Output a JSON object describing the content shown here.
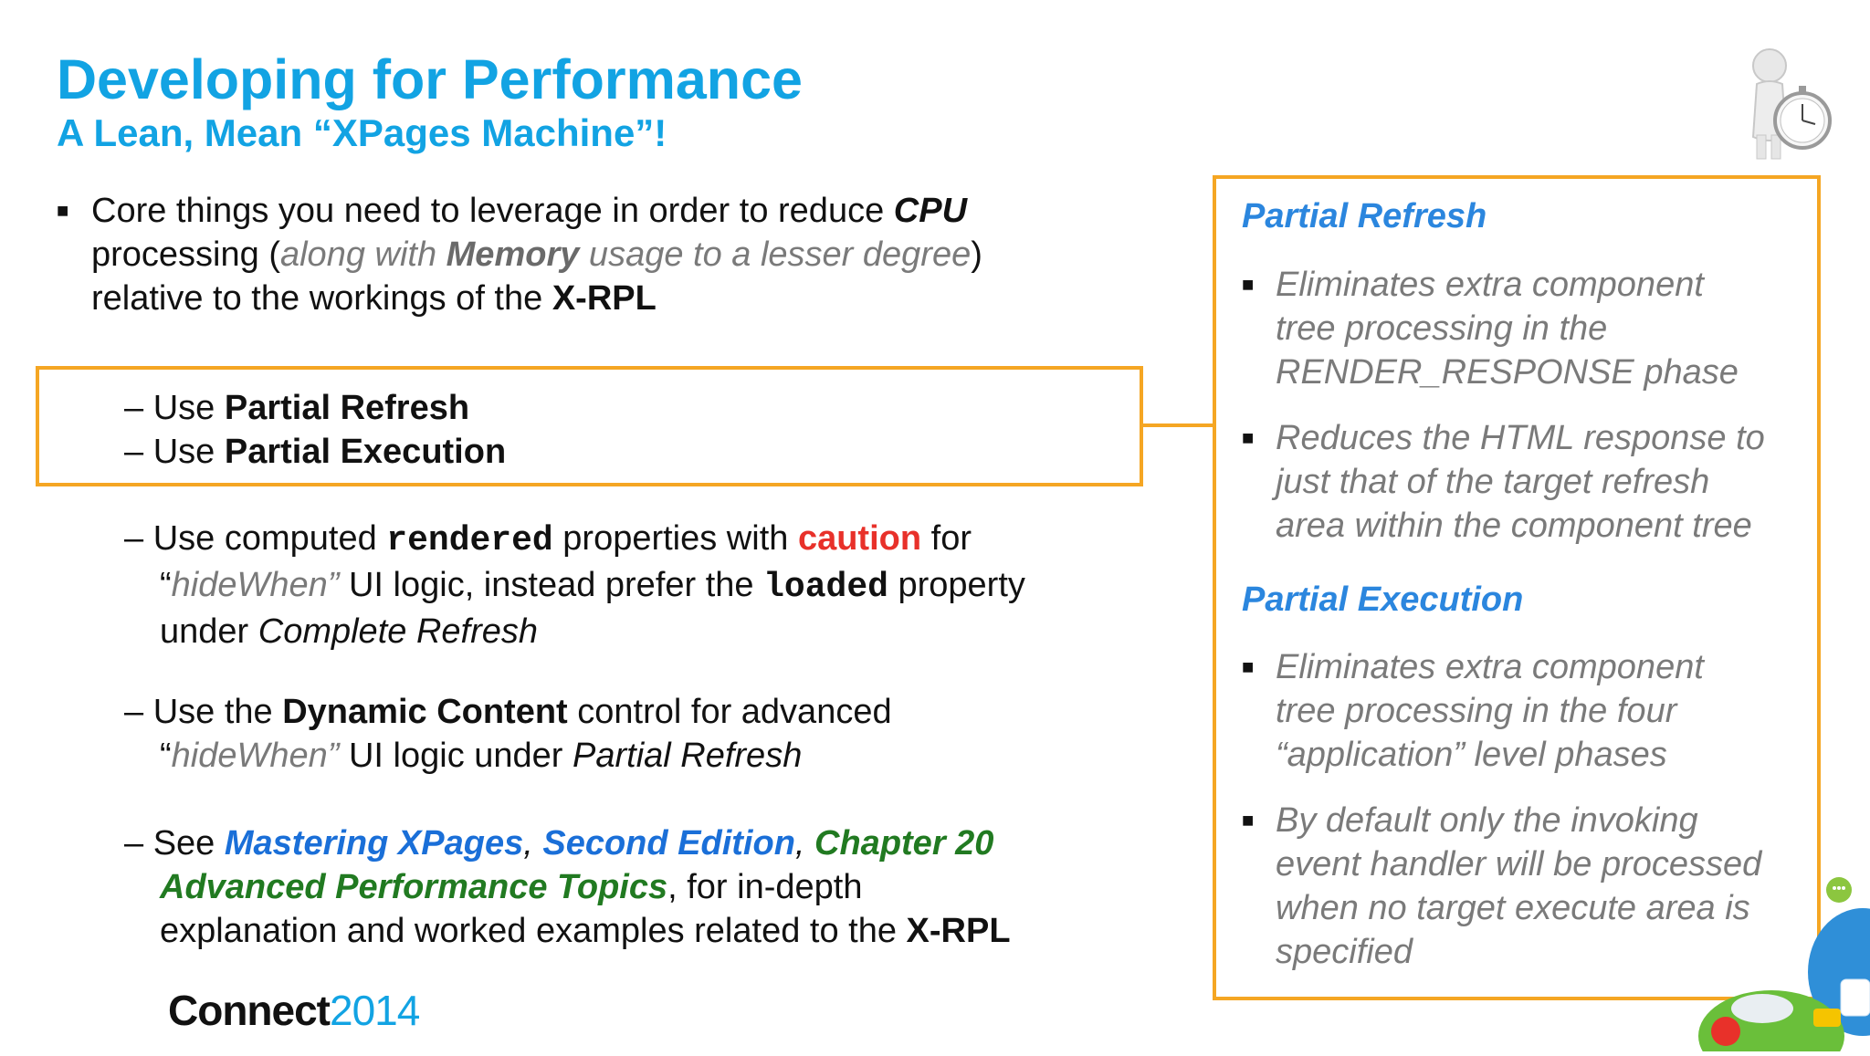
{
  "header": {
    "title": "Developing for Performance",
    "subtitle": "A Lean, Mean “XPages Machine”!"
  },
  "main": {
    "intro": {
      "p1": "Core things you need to leverage in order to reduce ",
      "cpu": "CPU",
      "p2": "processing (",
      "along": "along with ",
      "memory": "Memory",
      "usage": " usage to a lesser degree",
      "p3": ")",
      "p4": "relative to the workings of the ",
      "xrpl": "X-RPL"
    },
    "highlight": {
      "dash1": "–",
      "use1": "Use ",
      "partial_refresh": "Partial Refresh",
      "dash2": "–",
      "use2": "Use ",
      "partial_execution": "Partial Execution"
    },
    "item3": {
      "dash": "–",
      "a": "Use computed ",
      "rendered": "rendered",
      "b": " properties with ",
      "caution": "caution",
      "c": " for",
      "q1": "“",
      "hidewhen": "hideWhen”",
      "d": " UI logic, instead prefer the ",
      "loaded": "loaded",
      "e": " property",
      "f": "under ",
      "complete": "Complete Refresh"
    },
    "item4": {
      "dash": "–",
      "a": "Use the ",
      "dynamic": "Dynamic Content",
      "b": " control for advanced",
      "q1": "“",
      "hidewhen": "hideWhen”",
      "c": " UI logic under ",
      "partial": "Partial Refresh"
    },
    "item5": {
      "dash": "–",
      "a": "See ",
      "mastering": "Mastering XPages",
      "comma1": ", ",
      "second": "Second Edition",
      "comma2": ", ",
      "chapter": "Chapter 20",
      "advanced": "Advanced Performance Topics",
      "b": ", for in-depth",
      "c": "explanation and worked examples related to the ",
      "xrpl": "X-RPL"
    }
  },
  "panel": {
    "refresh_title": "Partial Refresh",
    "refresh_b1": [
      "Eliminates extra component",
      "tree processing in the",
      "RENDER_RESPONSE phase"
    ],
    "refresh_b2": [
      "Reduces the HTML response to",
      "just that of the target refresh",
      "area within the component tree"
    ],
    "exec_title": "Partial Execution",
    "exec_b1": [
      "Eliminates extra component",
      "tree processing in the four",
      "“application” level phases"
    ],
    "exec_b2": [
      "By default only the invoking",
      "event handler will be processed",
      "when no target execute area is",
      "specified"
    ]
  },
  "footer": {
    "brand": "Connect",
    "year": "2014"
  },
  "colors": {
    "title": "#12a3e3",
    "box_border": "#f5a623",
    "panel_heading": "#2b86de",
    "caution": "#e8312a",
    "book_title": "#1a6fd8",
    "chapter": "#217a21"
  },
  "icons": [
    "square-bullet-icon",
    "stopwatch-figure-icon",
    "social-bubbles-icon"
  ]
}
